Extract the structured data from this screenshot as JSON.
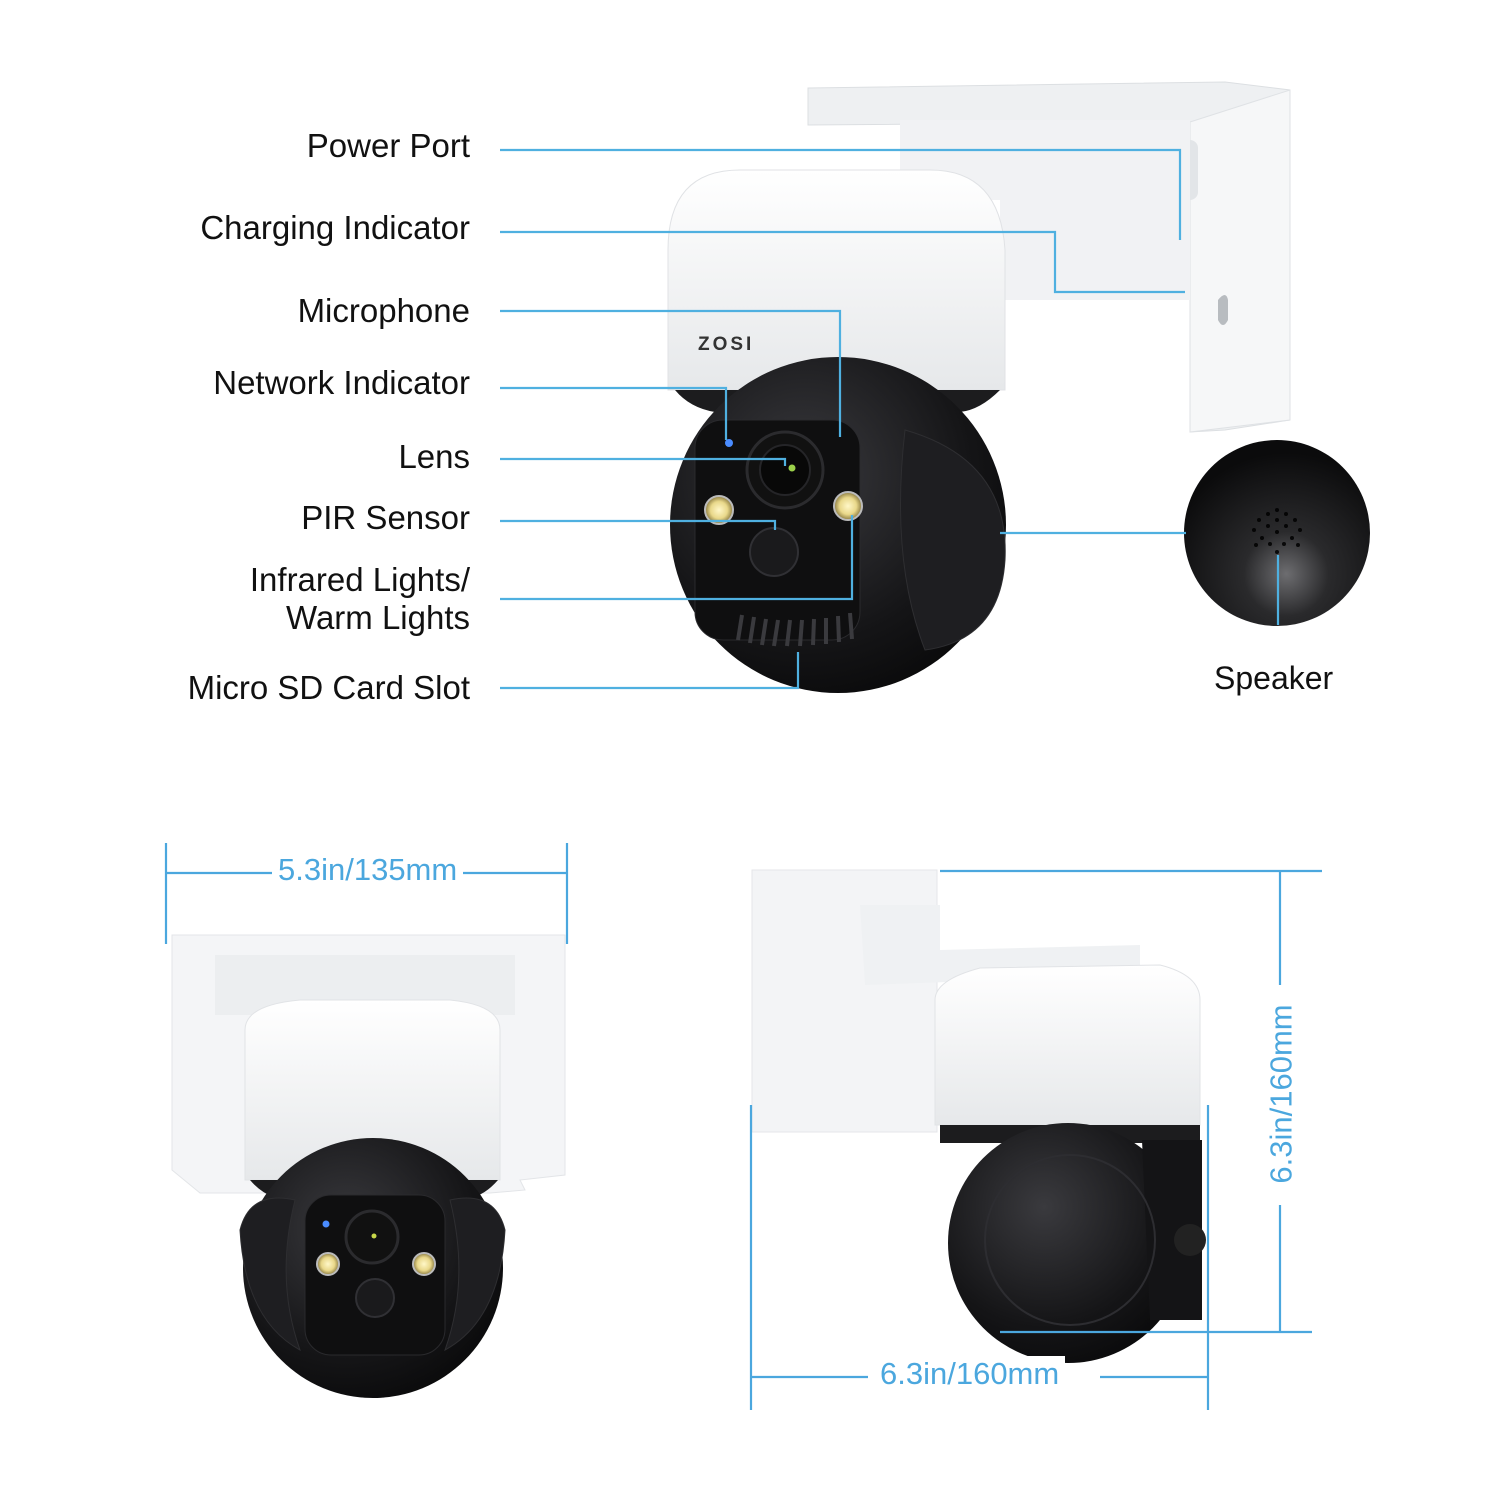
{
  "brand": {
    "logo_text": "ZOSI"
  },
  "colors": {
    "callout_line": "#4fb0e0",
    "dimension": "#4ba7de",
    "label_text": "#111111",
    "camera_body": "#1a1a1c",
    "housing": "#f2f3f5"
  },
  "callouts": [
    {
      "id": "power-port",
      "label": "Power Port"
    },
    {
      "id": "charging-indicator",
      "label": "Charging Indicator"
    },
    {
      "id": "microphone",
      "label": "Microphone"
    },
    {
      "id": "network-indicator",
      "label": "Network Indicator"
    },
    {
      "id": "lens",
      "label": "Lens"
    },
    {
      "id": "pir-sensor",
      "label": "PIR Sensor"
    },
    {
      "id": "infrared-lights",
      "label_line1": "Infrared Lights/",
      "label_line2": "Warm Lights"
    },
    {
      "id": "micro-sd-card-slot",
      "label": "Micro SD Card Slot"
    }
  ],
  "speaker": {
    "label": "Speaker"
  },
  "dimensions": {
    "front_width": "5.3in/135mm",
    "side_height": "6.3in/160mm",
    "side_width": "6.3in/160mm"
  }
}
